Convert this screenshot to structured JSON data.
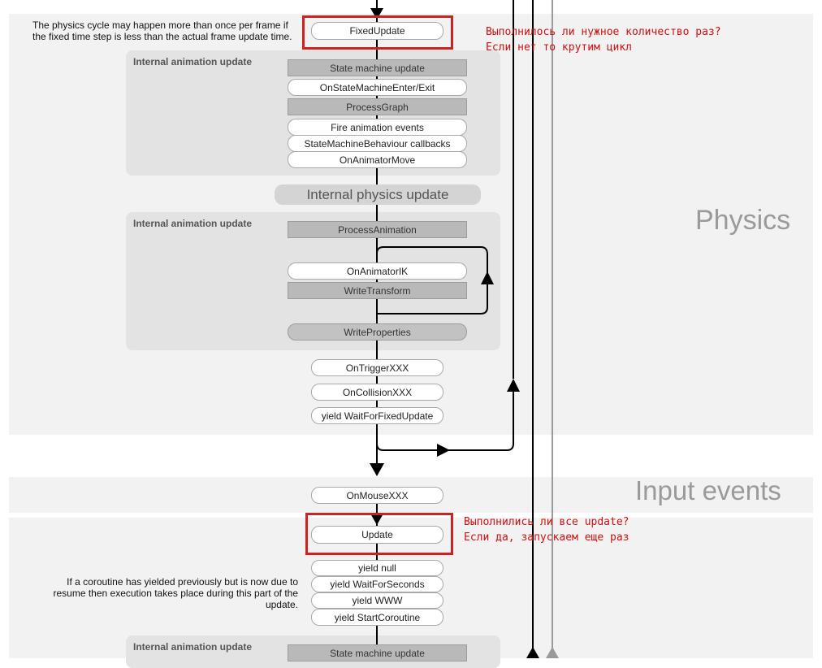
{
  "sections": {
    "physics": "Physics",
    "input": "Input events"
  },
  "notes": {
    "physics_cycle": "The physics cycle may happen more than once per frame if the fixed time step is less than the actual frame update time.",
    "coroutine": "If a coroutine has yielded previously but is now due to resume then execution takes place during this part of the update."
  },
  "annotations": {
    "fixed_update": "Выполнилось ли нужное количество раз?\nЕсли нет то крутим цикл",
    "update": "Выполнились ли все update?\nЕсли да, запускаем еще раз"
  },
  "groups": {
    "anim1": "Internal animation update",
    "anim2": "Internal animation update",
    "anim3": "Internal animation update"
  },
  "nodes": {
    "fixed_update": "FixedUpdate",
    "state_machine_update": "State machine update",
    "on_state_machine_enter_exit": "OnStateMachineEnter/Exit",
    "process_graph": "ProcessGraph",
    "fire_animation_events": "Fire animation events",
    "state_machine_behaviour": "StateMachineBehaviour callbacks",
    "on_animator_move": "OnAnimatorMove",
    "internal_physics_update": "Internal physics update",
    "process_animation": "ProcessAnimation",
    "on_animator_ik": "OnAnimatorIK",
    "write_transform": "WriteTransform",
    "write_properties": "WriteProperties",
    "on_trigger": "OnTriggerXXX",
    "on_collision": "OnCollisionXXX",
    "yield_wait_fixed": "yield WaitForFixedUpdate",
    "on_mouse": "OnMouseXXX",
    "update": "Update",
    "yield_null": "yield null",
    "yield_wait_seconds": "yield WaitForSeconds",
    "yield_www": "yield WWW",
    "yield_start_coroutine": "yield StartCoroutine",
    "state_machine_update_2": "State machine update"
  }
}
